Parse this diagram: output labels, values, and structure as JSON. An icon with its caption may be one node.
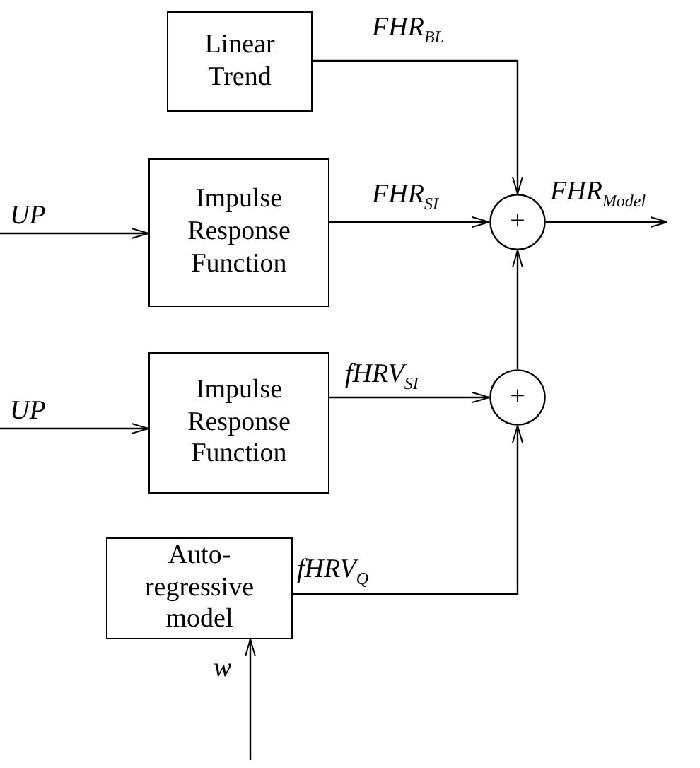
{
  "diagram": {
    "nodes": [
      {
        "text": [
          "Linear Trend"
        ]
      },
      {
        "text": [
          "Impulse Response Function"
        ]
      },
      {
        "text": [
          "+"
        ]
      },
      {
        "text": [
          "Impulse Response Function"
        ]
      },
      {
        "text": [
          "+"
        ]
      },
      {
        "text": [
          "Auto-regressive model"
        ]
      }
    ],
    "edges": [
      {
        "from": null,
        "to": 1,
        "arrow": "to",
        "label": "UP"
      },
      {
        "from": 0,
        "to": 2,
        "arrow": "to",
        "label": "FHR$_{BL}$"
      },
      {
        "from": 1,
        "to": 2,
        "arrow": "to",
        "label": "FHR$_{SI}$"
      },
      {
        "from": 2,
        "to": null,
        "arrow": "to",
        "label": "FHR$_{Model}$"
      },
      {
        "from": null,
        "to": 3,
        "arrow": "to",
        "label": "UP"
      },
      {
        "from": 3,
        "to": 4,
        "arrow": "to",
        "label": "fHRV$_{SI}$"
      },
      {
        "from": 5,
        "to": 4,
        "arrow": "to",
        "label": "fHRV$_{Q}$"
      },
      {
        "from": 4,
        "to": 2,
        "arrow": "to"
      },
      {
        "from": null,
        "to": 5,
        "arrow": "to",
        "label": "w"
      }
    ]
  }
}
